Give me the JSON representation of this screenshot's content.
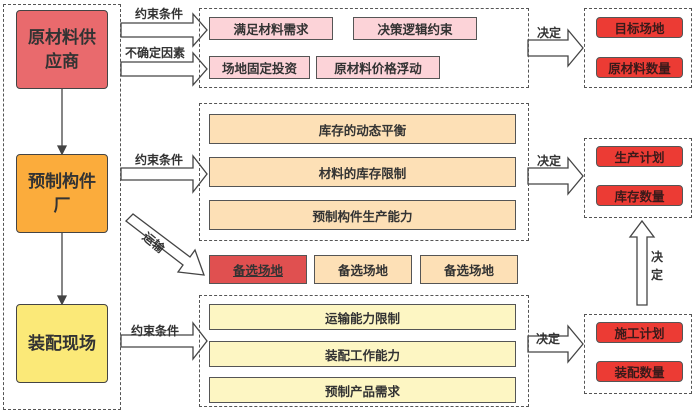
{
  "nodes": {
    "supplier": "原材料供应商",
    "precast_factory": "预制构件厂",
    "assembly_site": "装配现场"
  },
  "supplier_row": {
    "arrow_labels": [
      "约束条件",
      "不确定因素"
    ],
    "items": [
      "满足材料需求",
      "决策逻辑约束",
      "场地固定投资",
      "原材料价格浮动"
    ],
    "decide_label": "决定",
    "outputs": [
      "目标场地",
      "原材料数量"
    ]
  },
  "factory_row": {
    "arrow_label": "约束条件",
    "items": [
      "库存的动态平衡",
      "材料的库存限制",
      "预制构件生产能力"
    ],
    "decide_label": "决定",
    "outputs": [
      "生产计划",
      "库存数量"
    ]
  },
  "transport": {
    "arrow_label": "运输",
    "candidate_sites": [
      "备选场地",
      "备选场地",
      "备选场地"
    ]
  },
  "site_row": {
    "arrow_label": "约束条件",
    "items": [
      "运输能力限制",
      "装配工作能力",
      "预制产品需求"
    ],
    "decide_label": "决定",
    "outputs": [
      "施工计划",
      "装配数量"
    ]
  },
  "vertical_decide_label": "决定",
  "colors": {
    "supplier": "#e96a6d",
    "factory": "#fbac3c",
    "site": "#fbe978",
    "output_red": "#ec3b34"
  }
}
